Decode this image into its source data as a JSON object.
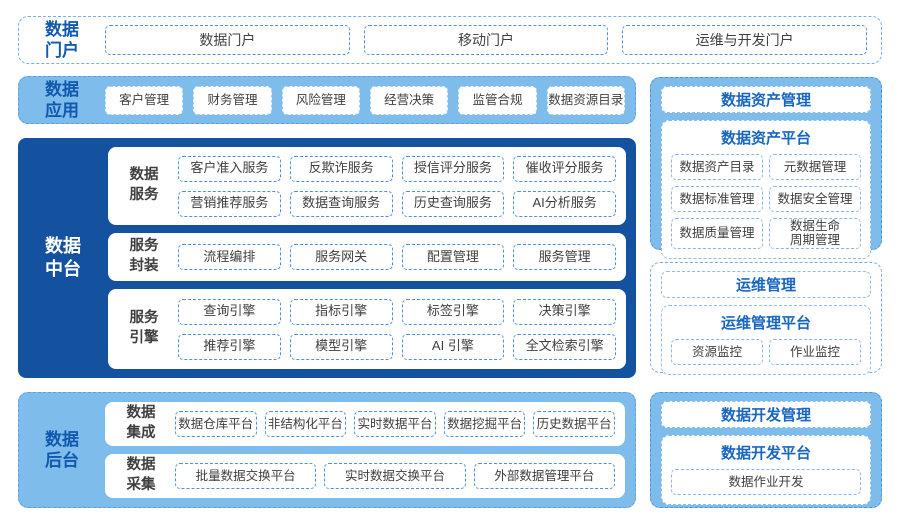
{
  "colors": {
    "light_blue_fill": "#7ebcec",
    "navy_fill": "#14529f",
    "label_blue": "#1159ac",
    "header_blue": "#1866c2",
    "chip_border_blue": "#4d8fd9",
    "chip_text": "#3f3f3f"
  },
  "portal": {
    "label": "数据\n门户",
    "items": [
      "数据门户",
      "移动门户",
      "运维与开发门户"
    ]
  },
  "apps": {
    "label": "数据\n应用",
    "items": [
      "客户管理",
      "财务管理",
      "风险管理",
      "经营决策",
      "监管合规",
      "数据资源目录"
    ]
  },
  "middle": {
    "label": "数据\n中台",
    "rows": [
      {
        "label": "数据\n服务",
        "items": [
          "客户准入服务",
          "反欺诈服务",
          "授信评分服务",
          "催收评分服务",
          "营销推荐服务",
          "数据查询服务",
          "历史查询服务",
          "AI分析服务"
        ]
      },
      {
        "label": "服务\n封装",
        "items": [
          "流程编排",
          "服务网关",
          "配置管理",
          "服务管理"
        ]
      },
      {
        "label": "服务\n引擎",
        "items": [
          "查询引擎",
          "指标引擎",
          "标签引擎",
          "决策引擎",
          "推荐引擎",
          "模型引擎",
          "AI 引擎",
          "全文检索引擎"
        ]
      }
    ]
  },
  "backend": {
    "label": "数据\n后台",
    "rows": [
      {
        "label": "数据\n集成",
        "items": [
          "数据仓库平台",
          "非结构化平台",
          "实时数据平台",
          "数据挖掘平台",
          "历史数据平台"
        ]
      },
      {
        "label": "数据\n采集",
        "items": [
          "批量数据交换平台",
          "实时数据交换平台",
          "外部数据管理平台"
        ]
      }
    ]
  },
  "right": [
    {
      "header": "数据资产管理",
      "platform": "数据资产平台",
      "items": [
        "数据资产目录",
        "元数据管理",
        "数据标准管理",
        "数据安全管理",
        "数据质量管理",
        "数据生命\n周期管理"
      ]
    },
    {
      "header": "运维管理",
      "platform": "运维管理平台",
      "items": [
        "资源监控",
        "作业监控"
      ]
    },
    {
      "header": "数据开发管理",
      "platform": "数据开发平台",
      "items": [
        "数据作业开发"
      ]
    }
  ]
}
